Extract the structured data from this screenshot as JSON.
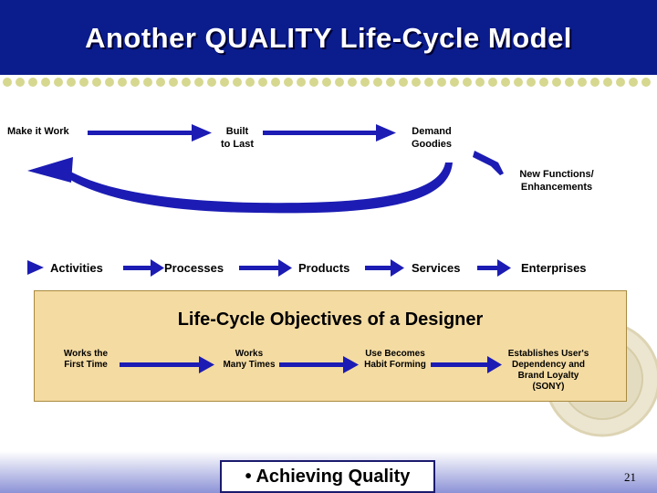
{
  "title": "Another QUALITY Life-Cycle Model",
  "top_flow": {
    "make_it_work": "Make it Work",
    "built_to_last": [
      "Built",
      "to Last"
    ],
    "demand_goodies": [
      "Demand",
      "Goodies"
    ],
    "new_functions": [
      "New Functions/",
      "Enhancements"
    ]
  },
  "flow_chain": [
    "Activities",
    "Processes",
    "Products",
    "Services",
    "Enterprises"
  ],
  "objectives": {
    "title": "Life-Cycle Objectives of a Designer",
    "stages": [
      [
        "Works the",
        "First Time"
      ],
      [
        "Works",
        "Many Times"
      ],
      [
        "Use Becomes",
        "Habit Forming"
      ],
      [
        "Establishes User's",
        "Dependency and",
        "Brand Loyalty",
        "(SONY)"
      ]
    ]
  },
  "bullet": "• Achieving Quality",
  "page_number": "21",
  "colors": {
    "header": "#0b1c8c",
    "arrow_blue": "#1c1cb4",
    "box_fill": "#f4dba2"
  }
}
